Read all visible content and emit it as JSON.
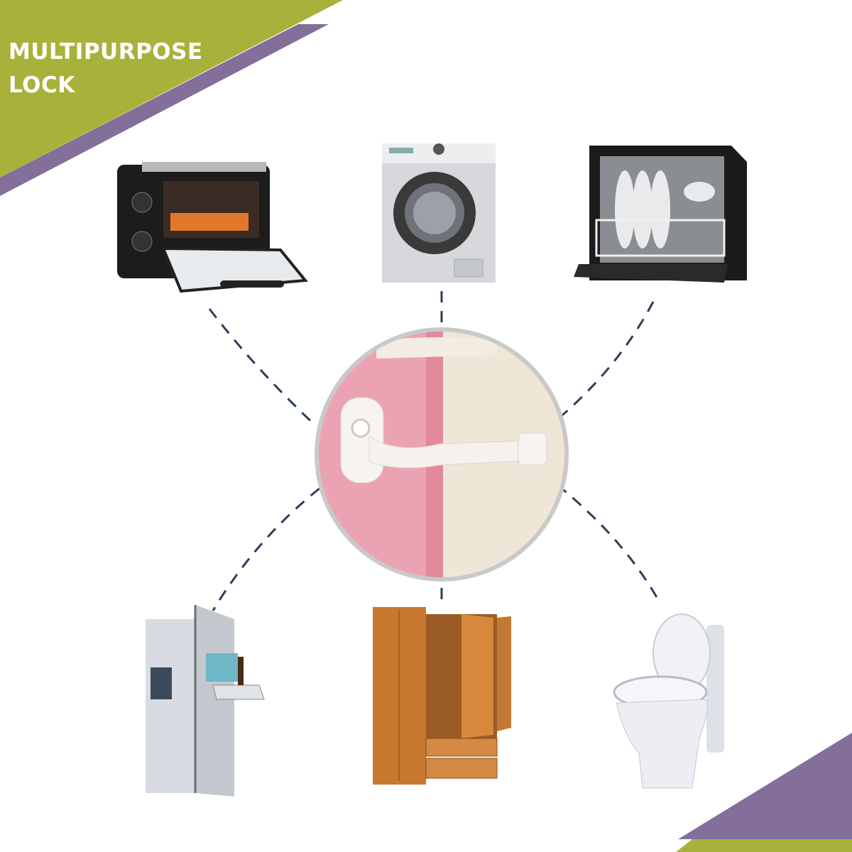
{
  "banner": {
    "line1": "MULTIPURPOSE",
    "line2": "LOCK"
  },
  "colors": {
    "green": "#a8b23a",
    "purple": "#836f9a",
    "dash": "#2c3e5a"
  },
  "items": [
    {
      "name": "toaster-oven"
    },
    {
      "name": "washing-machine"
    },
    {
      "name": "dishwasher"
    },
    {
      "name": "refrigerator"
    },
    {
      "name": "wardrobe"
    },
    {
      "name": "toilet"
    }
  ]
}
